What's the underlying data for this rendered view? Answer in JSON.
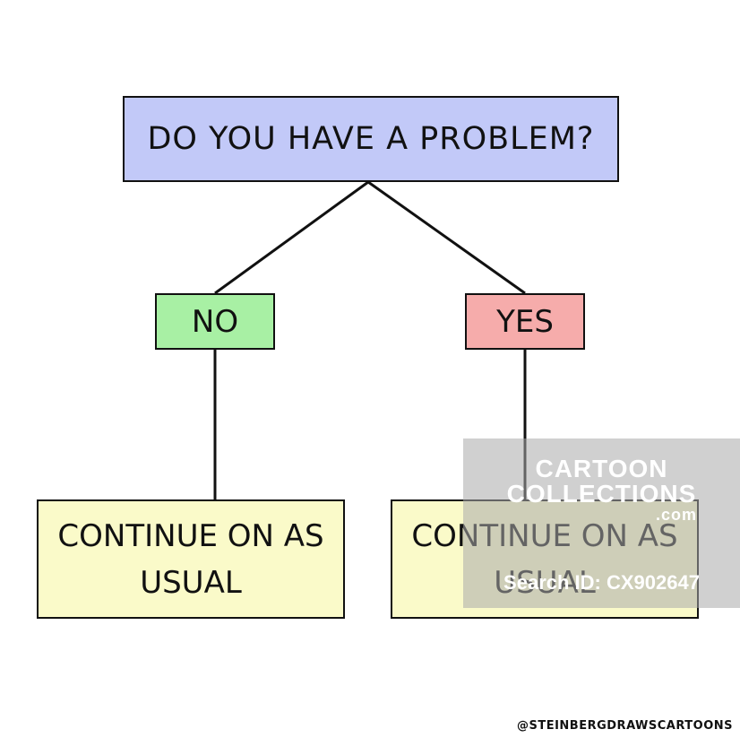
{
  "diagram": {
    "question": "DO YOU HAVE A PROBLEM?",
    "branches": [
      {
        "answer": "NO",
        "outcome": "CONTINUE ON AS USUAL"
      },
      {
        "answer": "YES",
        "outcome": "CONTINUE ON AS USUAL"
      }
    ]
  },
  "watermark": {
    "line1": "CARTOON",
    "line2": "COLLECTIONS",
    "domain": ".com",
    "search_id": "Search ID: CX902647"
  },
  "credit": "@STEINBERGDRAWSCARTOONS",
  "colors": {
    "question_fill": "#c2c9f8",
    "no_fill": "#a8f0a4",
    "yes_fill": "#f6acab",
    "outcome_fill": "#fafac9"
  }
}
